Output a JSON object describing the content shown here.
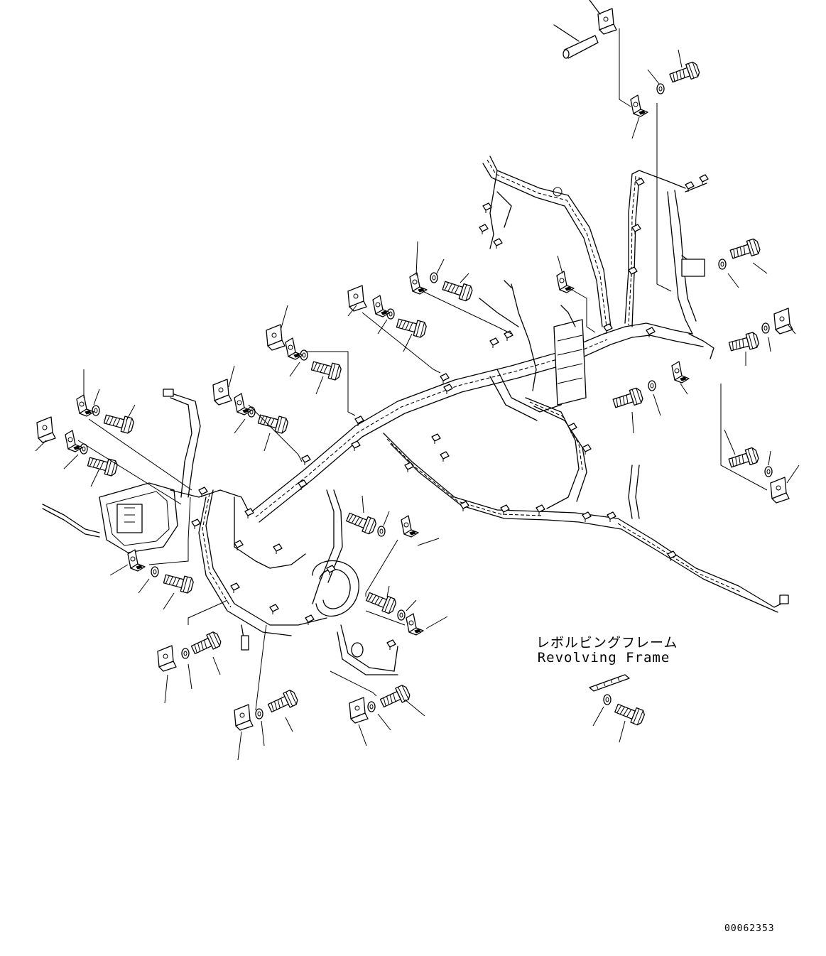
{
  "caption": {
    "japanese": "レボルビングフレーム",
    "english": "Revolving Frame"
  },
  "drawing_number": "00062353",
  "icons": {
    "bolt": "bolt-icon",
    "washer": "washer-icon",
    "clamp": "clamp-bracket-icon",
    "connector": "connector-icon",
    "harness": "wiring-harness"
  },
  "colors": {
    "line": "#000000",
    "background": "#ffffff"
  }
}
